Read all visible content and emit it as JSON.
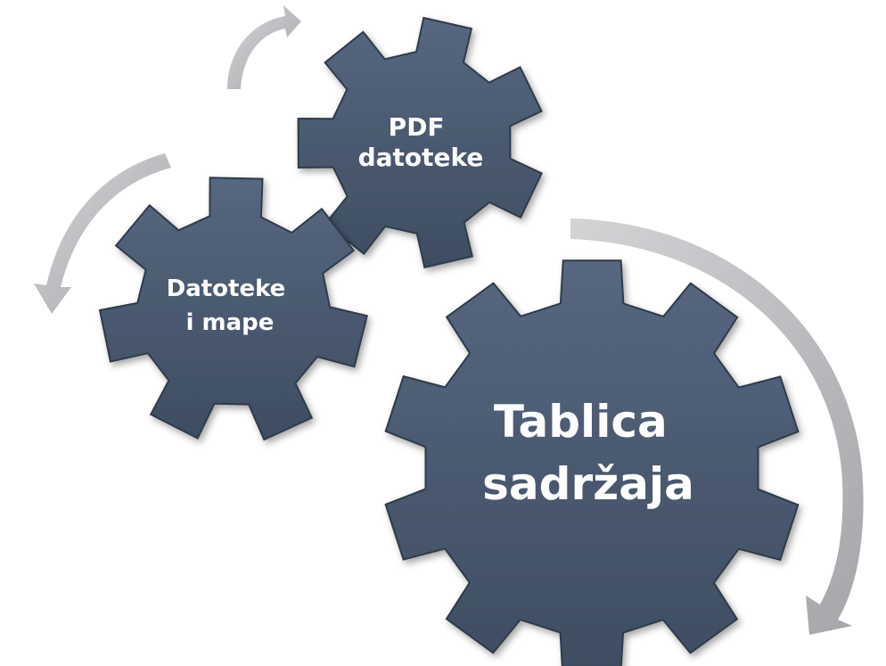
{
  "diagram": {
    "gears": [
      {
        "id": "pdf",
        "lines": [
          "PDF",
          "datoteke"
        ]
      },
      {
        "id": "files",
        "lines": [
          "Datoteke",
          "i mape"
        ]
      },
      {
        "id": "toc",
        "lines": [
          "Tablica",
          "sadržaja"
        ]
      }
    ],
    "colors": {
      "gear_fill": "#4a5a70",
      "gear_stroke": "#2f3b4c",
      "gear_text": "#ffffff",
      "arrow_fill": "#b4b6b9"
    }
  }
}
